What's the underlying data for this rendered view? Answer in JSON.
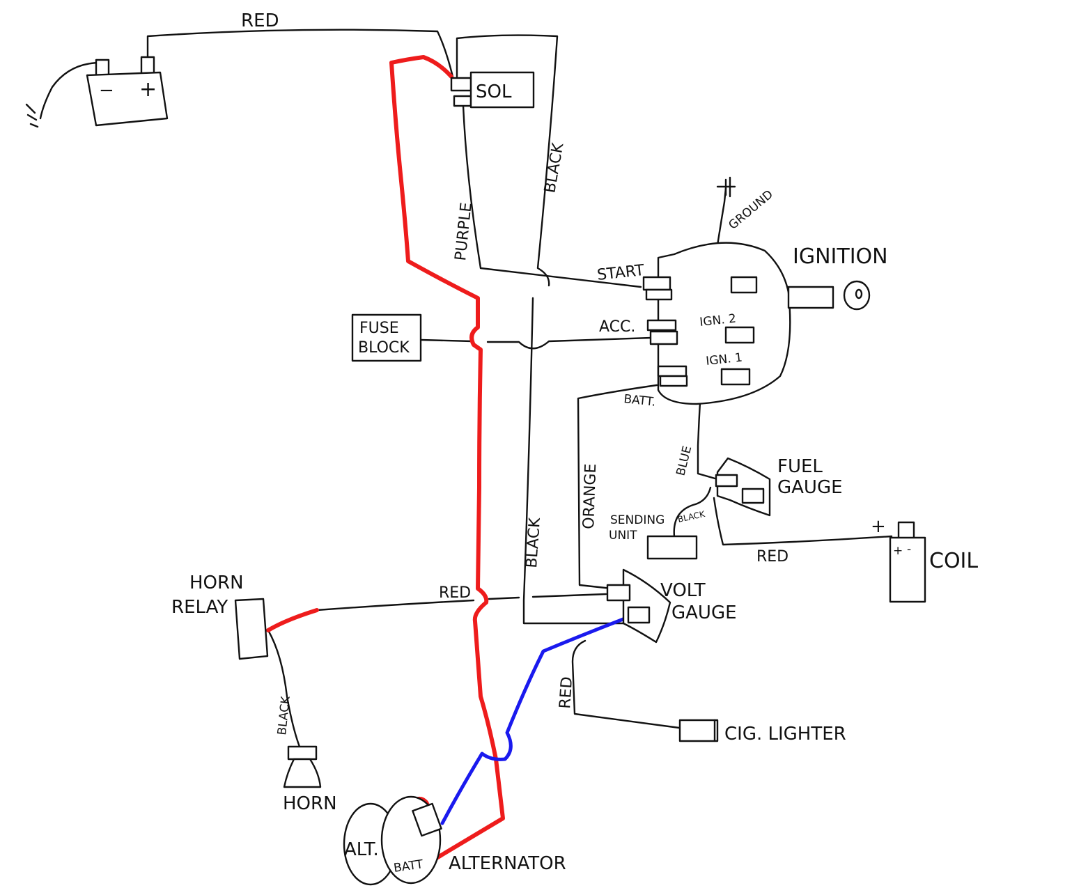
{
  "components": {
    "solenoid": "SOL",
    "fuse_block_line1": "FUSE",
    "fuse_block_line2": "BLOCK",
    "ignition": "IGNITION",
    "fuel_gauge_line1": "FUEL",
    "fuel_gauge_line2": "GAUGE",
    "sending_unit_line1": "SENDING",
    "sending_unit_line2": "UNIT",
    "coil": "COIL",
    "volt_gauge_line1": "VOLT",
    "volt_gauge_line2": "GAUGE",
    "horn_relay_line1": "HORN",
    "horn_relay_line2": "RELAY",
    "horn": "HORN",
    "cig_lighter": "CIG. LIGHTER",
    "alternator": "ALTERNATOR",
    "alternator_body": "ALT.",
    "alternator_batt": "BATT"
  },
  "terminals": {
    "start": "START",
    "acc": "ACC.",
    "batt": "BATT.",
    "ign2": "IGN. 2",
    "ign1": "IGN. 1",
    "battery_minus": "−",
    "battery_plus": "+",
    "coil_plus_outer": "+",
    "coil_plus": "+",
    "coil_minus": "-"
  },
  "wires": {
    "battery_red": "RED",
    "purple": "PURPLE",
    "black_top": "BLACK",
    "ground": "GROUND",
    "orange": "ORANGE",
    "blue": "BLUE",
    "black_middle": "BLACK",
    "sending_black": "BLACK",
    "coil_red": "RED",
    "horn_red": "RED",
    "lighter_red": "RED",
    "horn_black": "BLACK"
  },
  "colors": {
    "wire_black": "#111111",
    "wire_red": "#ee1c1c",
    "wire_blue": "#1a1aee",
    "background": "#ffffff"
  }
}
